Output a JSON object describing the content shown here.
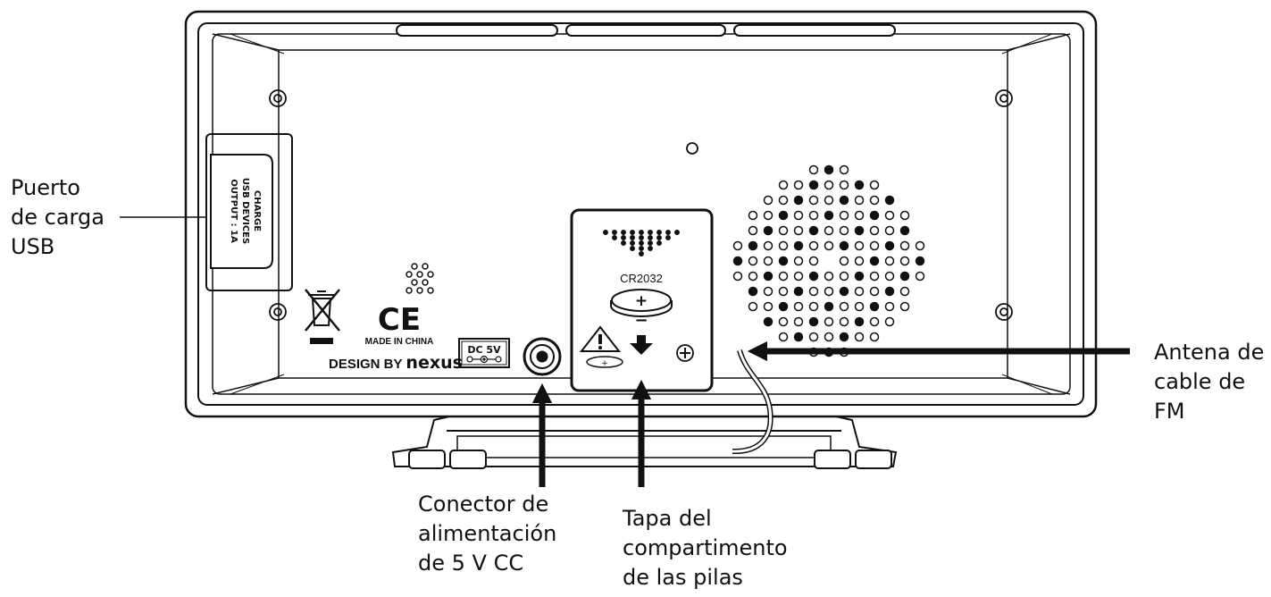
{
  "callouts": {
    "usb_port": {
      "lines": [
        "Puerto",
        "de carga",
        "USB"
      ]
    },
    "fm_antenna": {
      "lines": [
        "Antena de",
        "cable de",
        "FM"
      ]
    },
    "dc_connector": {
      "lines": [
        "Conector de",
        "alimentación",
        "de 5 V CC"
      ]
    },
    "battery_cover": {
      "lines": [
        "Tapa del",
        "compartimento",
        "de las pilas"
      ]
    }
  },
  "device_markings": {
    "usb_label": [
      "CHARGE",
      "USB DEVICES",
      "OUTPUT : 1A"
    ],
    "battery_type": "CR2032",
    "battery_plus": "+",
    "battery_minus": "−",
    "ce_mark": "CE",
    "made_in": "MADE IN CHINA",
    "design_by": "DESIGN BY",
    "brand": "nexus",
    "dc_rating": "DC 5V"
  },
  "colors": {
    "line": "#111111",
    "background": "#ffffff"
  }
}
